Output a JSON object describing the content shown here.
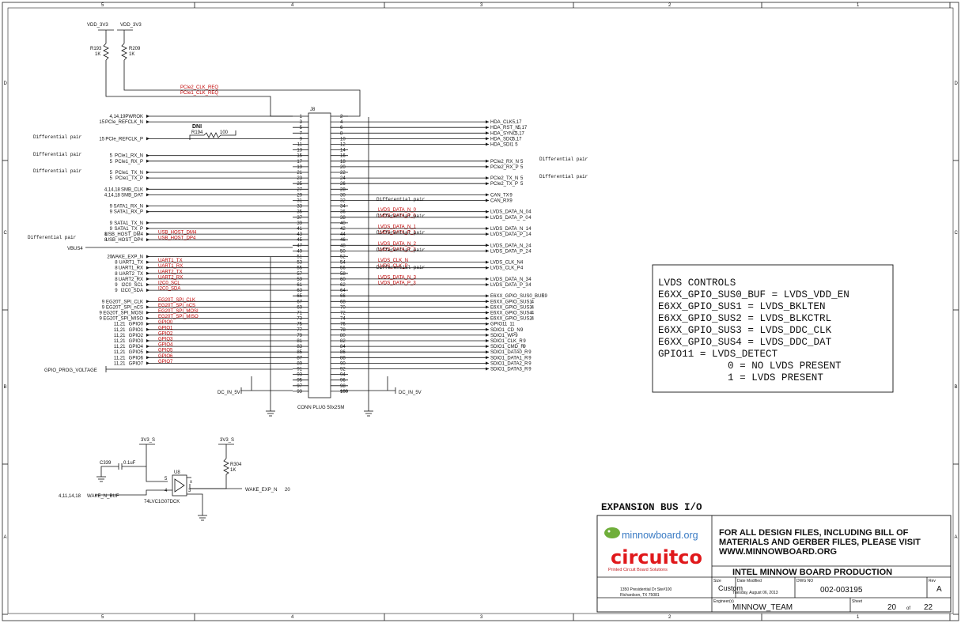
{
  "border": {
    "top": [
      "5",
      "4",
      "3",
      "2",
      "1"
    ],
    "bottom": [
      "5",
      "4",
      "3",
      "2",
      "1"
    ],
    "left": [
      "D",
      "C",
      "B",
      "A"
    ],
    "right": [
      "D",
      "C",
      "B",
      "A"
    ]
  },
  "power": {
    "vdd1": "VDD_3V3",
    "vdd2": "VDD_3V3",
    "r193": "R193",
    "r193v": "1K",
    "r209": "R209",
    "r209v": "1K",
    "dcl": "DC_IN_5V",
    "dcr": "DC_IN_5V",
    "gpv": "GPIO_PROG_VOLTAGE",
    "vbus": "VBUS4"
  },
  "dni": {
    "label": "DNI",
    "ref": "R194",
    "val": "100"
  },
  "connector": {
    "ref": "J8",
    "name": "CONN PLUG 50x2SM"
  },
  "pins_left": [
    "1",
    "3",
    "5",
    "7",
    "9",
    "11",
    "13",
    "15",
    "17",
    "19",
    "21",
    "23",
    "25",
    "27",
    "29",
    "31",
    "33",
    "35",
    "37",
    "39",
    "41",
    "43",
    "45",
    "47",
    "49",
    "51",
    "53",
    "55",
    "57",
    "59",
    "61",
    "63",
    "65",
    "67",
    "69",
    "71",
    "73",
    "75",
    "77",
    "79",
    "81",
    "83",
    "85",
    "87",
    "89",
    "91",
    "93",
    "95",
    "97",
    "99"
  ],
  "pins_right": [
    "2",
    "4",
    "6",
    "8",
    "10",
    "12",
    "14",
    "16",
    "18",
    "20",
    "22",
    "24",
    "26",
    "28",
    "30",
    "32",
    "34",
    "36",
    "38",
    "40",
    "42",
    "44",
    "46",
    "48",
    "50",
    "52",
    "54",
    "56",
    "58",
    "60",
    "62",
    "64",
    "66",
    "68",
    "70",
    "72",
    "74",
    "76",
    "78",
    "80",
    "82",
    "84",
    "86",
    "88",
    "90",
    "92",
    "94",
    "96",
    "98",
    "100"
  ],
  "left_nets": [
    {
      "pin": "1",
      "ref": "4,14,19",
      "name": "PWROK"
    },
    {
      "pin": "3",
      "ref": "15",
      "name": "PCIe_REFCLK_N"
    },
    {
      "pin": "9",
      "ref": "15",
      "name": "PCIe_REFCLK_P"
    },
    {
      "pin": "15",
      "ref": "5",
      "name": "PCIe1_RX_N"
    },
    {
      "pin": "17",
      "ref": "5",
      "name": "PCIe1_RX_P"
    },
    {
      "pin": "21",
      "ref": "5",
      "name": "PCIe1_TX_N"
    },
    {
      "pin": "23",
      "ref": "5",
      "name": "PCIe1_TX_P"
    },
    {
      "pin": "27",
      "ref": "4,14,18",
      "name": "SMB_CLK"
    },
    {
      "pin": "29",
      "ref": "4,14,18",
      "name": "SMB_DAT"
    },
    {
      "pin": "33",
      "ref": "9",
      "name": "SATA1_RX_N"
    },
    {
      "pin": "35",
      "ref": "9",
      "name": "SATA1_RX_P"
    },
    {
      "pin": "39",
      "ref": "9",
      "name": "SATA1_TX_N"
    },
    {
      "pin": "41",
      "ref": "9",
      "name": "SATA1_TX_P"
    },
    {
      "pin": "43",
      "ref": "8",
      "name": "USB_HOST_DM4"
    },
    {
      "pin": "45",
      "ref": "8",
      "name": "USB_HOST_DP4"
    },
    {
      "pin": "51",
      "ref": "20",
      "name": "WAKE_EXP_N"
    },
    {
      "pin": "53",
      "ref": "8",
      "name": "UART1_TX"
    },
    {
      "pin": "55",
      "ref": "8",
      "name": "UART1_RX"
    },
    {
      "pin": "57",
      "ref": "8",
      "name": "UART2_TX"
    },
    {
      "pin": "59",
      "ref": "8",
      "name": "UART2_RX"
    },
    {
      "pin": "61",
      "ref": "9",
      "name": "I2C0_SCL"
    },
    {
      "pin": "63",
      "ref": "9",
      "name": "I2C0_SDA"
    },
    {
      "pin": "67",
      "ref": "9",
      "name": "EG20T_SPI_CLK"
    },
    {
      "pin": "69",
      "ref": "9",
      "name": "EG20T_SPI_nCS"
    },
    {
      "pin": "71",
      "ref": "9",
      "name": "EG20T_SPI_MOSI"
    },
    {
      "pin": "73",
      "ref": "9",
      "name": "EG20T_SPI_MISO"
    },
    {
      "pin": "75",
      "ref": "11,21",
      "name": "GPIO0"
    },
    {
      "pin": "77",
      "ref": "11,21",
      "name": "GPIO1"
    },
    {
      "pin": "79",
      "ref": "11,21",
      "name": "GPIO2"
    },
    {
      "pin": "81",
      "ref": "11,21",
      "name": "GPIO3"
    },
    {
      "pin": "83",
      "ref": "11,21",
      "name": "GPIO4"
    },
    {
      "pin": "85",
      "ref": "11,21",
      "name": "GPIO5"
    },
    {
      "pin": "87",
      "ref": "11,21",
      "name": "GPIO6"
    },
    {
      "pin": "89",
      "ref": "11,21",
      "name": "GPIO7"
    }
  ],
  "left_red": [
    {
      "pin": "43",
      "name": "USB_HOST_DM4"
    },
    {
      "pin": "45",
      "name": "USB_HOST_DP4"
    },
    {
      "pin": "53",
      "name": "UART1_TX"
    },
    {
      "pin": "55",
      "name": "UART1_RX"
    },
    {
      "pin": "57",
      "name": "UART2_TX"
    },
    {
      "pin": "59",
      "name": "UART2_RX"
    },
    {
      "pin": "61",
      "name": "I2C0_SCL"
    },
    {
      "pin": "63",
      "name": "I2C0_SDA"
    },
    {
      "pin": "67",
      "name": "EG20T_SPI_CLK"
    },
    {
      "pin": "69",
      "name": "EG20T_SPI_nCS"
    },
    {
      "pin": "71",
      "name": "EG20T_SPI_MOSI"
    },
    {
      "pin": "73",
      "name": "EG20T_SPI_MISO"
    },
    {
      "pin": "75",
      "name": "GPIO0"
    },
    {
      "pin": "77",
      "name": "GPIO1"
    },
    {
      "pin": "79",
      "name": "GPIO2"
    },
    {
      "pin": "81",
      "name": "GPIO3"
    },
    {
      "pin": "83",
      "name": "GPIO4"
    },
    {
      "pin": "85",
      "name": "GPIO5"
    },
    {
      "pin": "87",
      "name": "GPIO6"
    },
    {
      "pin": "89",
      "name": "GPIO7"
    }
  ],
  "right_nets": [
    {
      "pin": "4",
      "name": "HDA_CLK",
      "ref": "5,17"
    },
    {
      "pin": "6",
      "name": "HDA_RST_N",
      "ref": "5,17"
    },
    {
      "pin": "8",
      "name": "HDA_SYNC",
      "ref": "5,17"
    },
    {
      "pin": "10",
      "name": "HDA_SDO",
      "ref": "5,17"
    },
    {
      "pin": "12",
      "name": "HDA_SDI1",
      "ref": "5"
    },
    {
      "pin": "18",
      "name": "PCIe2_RX_N",
      "ref": "5"
    },
    {
      "pin": "20",
      "name": "PCIe2_RX_P",
      "ref": "5"
    },
    {
      "pin": "24",
      "name": "PCIe2_TX_N",
      "ref": "5"
    },
    {
      "pin": "26",
      "name": "PCIe2_TX_P",
      "ref": "5"
    },
    {
      "pin": "30",
      "name": "CAN_TX",
      "ref": "9"
    },
    {
      "pin": "32",
      "name": "CAN_RX",
      "ref": "9"
    },
    {
      "pin": "36",
      "name": "LVDS_DATA_N_0",
      "ref": "4"
    },
    {
      "pin": "38",
      "name": "LVDS_DATA_P_0",
      "ref": "4"
    },
    {
      "pin": "42",
      "name": "LVDS_DATA_N_1",
      "ref": "4"
    },
    {
      "pin": "44",
      "name": "LVDS_DATA_P_1",
      "ref": "4"
    },
    {
      "pin": "48",
      "name": "LVDS_DATA_N_2",
      "ref": "4"
    },
    {
      "pin": "50",
      "name": "LVDS_DATA_P_2",
      "ref": "4"
    },
    {
      "pin": "54",
      "name": "LVDS_CLK_N",
      "ref": "4"
    },
    {
      "pin": "56",
      "name": "LVDS_CLK_P",
      "ref": "4"
    },
    {
      "pin": "60",
      "name": "LVDS_DATA_N_3",
      "ref": "4"
    },
    {
      "pin": "62",
      "name": "LVDS_DATA_P_3",
      "ref": "4"
    },
    {
      "pin": "66",
      "name": "E6XX_GPIO_SUS0_BUF",
      "ref": "19"
    },
    {
      "pin": "68",
      "name": "E6XX_GPIO_SUS1",
      "ref": "4"
    },
    {
      "pin": "70",
      "name": "E6XX_GPIO_SUS3",
      "ref": "4"
    },
    {
      "pin": "72",
      "name": "E6XX_GPIO_SUS4",
      "ref": "4"
    },
    {
      "pin": "74",
      "name": "E6XX_GPIO_SUS2",
      "ref": "4"
    },
    {
      "pin": "76",
      "name": "GPIO11",
      "ref": "11"
    },
    {
      "pin": "78",
      "name": "SDIO1_CD_N",
      "ref": "9"
    },
    {
      "pin": "80",
      "name": "SDIO1_WP",
      "ref": "9"
    },
    {
      "pin": "82",
      "name": "SDIO1_CLK_R",
      "ref": "9"
    },
    {
      "pin": "84",
      "name": "SDIO1_CMD_R",
      "ref": "9"
    },
    {
      "pin": "86",
      "name": "SDIO1_DATA0_R",
      "ref": "9"
    },
    {
      "pin": "88",
      "name": "SDIO1_DATA1_R",
      "ref": "9"
    },
    {
      "pin": "90",
      "name": "SDIO1_DATA2_R",
      "ref": "9"
    },
    {
      "pin": "92",
      "name": "SDIO1_DATA3_R",
      "ref": "9"
    }
  ],
  "right_red": [
    {
      "pin": "36",
      "name": "LVDS_DATA_N_0"
    },
    {
      "pin": "38",
      "name": "LVDS_DATA_P_0"
    },
    {
      "pin": "42",
      "name": "LVDS_DATA_N_1"
    },
    {
      "pin": "44",
      "name": "LVDS_DATA_P_1"
    },
    {
      "pin": "48",
      "name": "LVDS_DATA_N_2"
    },
    {
      "pin": "50",
      "name": "LVDS_DATA_P_2"
    },
    {
      "pin": "54",
      "name": "LVDS_CLK_N"
    },
    {
      "pin": "56",
      "name": "LVDS_CLK_P"
    },
    {
      "pin": "60",
      "name": "LVDS_DATA_N_3"
    },
    {
      "pin": "62",
      "name": "LVDS_DATA_P_3"
    }
  ],
  "top_red": [
    "PCIe2_CLK_REQ",
    "PCIe1_CLK_REQ"
  ],
  "diff_pair": "Differential pair",
  "lvds_note": [
    "LVDS CONTROLS",
    "E6XX_GPIO_SUS0_BUF = LVDS_VDD_EN",
    "E6XX_GPIO_SUS1 = LVDS_BKLTEN",
    "E6XX_GPIO_SUS2 = LVDS_BLKCTRL",
    "E6XX_GPIO_SUS3 = LVDS_DDC_CLK",
    "E6XX_GPIO_SUS4 = LVDS_DDC_DAT",
    "GPIO11 = LVDS_DETECT",
    "0 = NO LVDS PRESENT",
    "1 = LVDS PRESENT"
  ],
  "wake": {
    "pwr1": "3V3_S",
    "pwr2": "3V3_S",
    "cap": "C339",
    "capv": "0.1uF",
    "ic": "U8",
    "part": "74LVC1G07DCK",
    "pin5": "5",
    "pin4": "4",
    "pin3": "3",
    "res": "R304",
    "resv": "1K",
    "out": "WAKE_N_BUF",
    "outref": "4,11,14,18",
    "in": "WAKE_EXP_N",
    "inref": "20"
  },
  "title": {
    "header": "EXPANSION BUS I/O",
    "logo1": "minnowboard.org",
    "logo2": "circuitco",
    "logo3": "Printed Circuit Board Solutions",
    "info": [
      "FOR ALL DESIGN FILES, INCLUDING BILL OF",
      "MATERIALS AND GERBER FILES, PLEASE VISIT",
      "WWW.MINNOWBOARD.ORG"
    ],
    "company": "INTEL MINNOW BOARD PRODUCTION",
    "addr1": "1350 Presidential Dr Ste#100",
    "addr2": "Richardson, TX 75081",
    "size_l": "Size",
    "size": "Custom",
    "date_l": "Date Modified",
    "date": "Tuesday, August 06, 2013",
    "dwg_l": "DWG NO",
    "dwg": "002-003195",
    "rev_l": "Rev",
    "rev": "A",
    "eng_l": "Engineer(s)",
    "eng": "MINNOW_TEAM",
    "sheet_l": "Sheet",
    "sheet": "20",
    "of": "of",
    "total": "22"
  }
}
